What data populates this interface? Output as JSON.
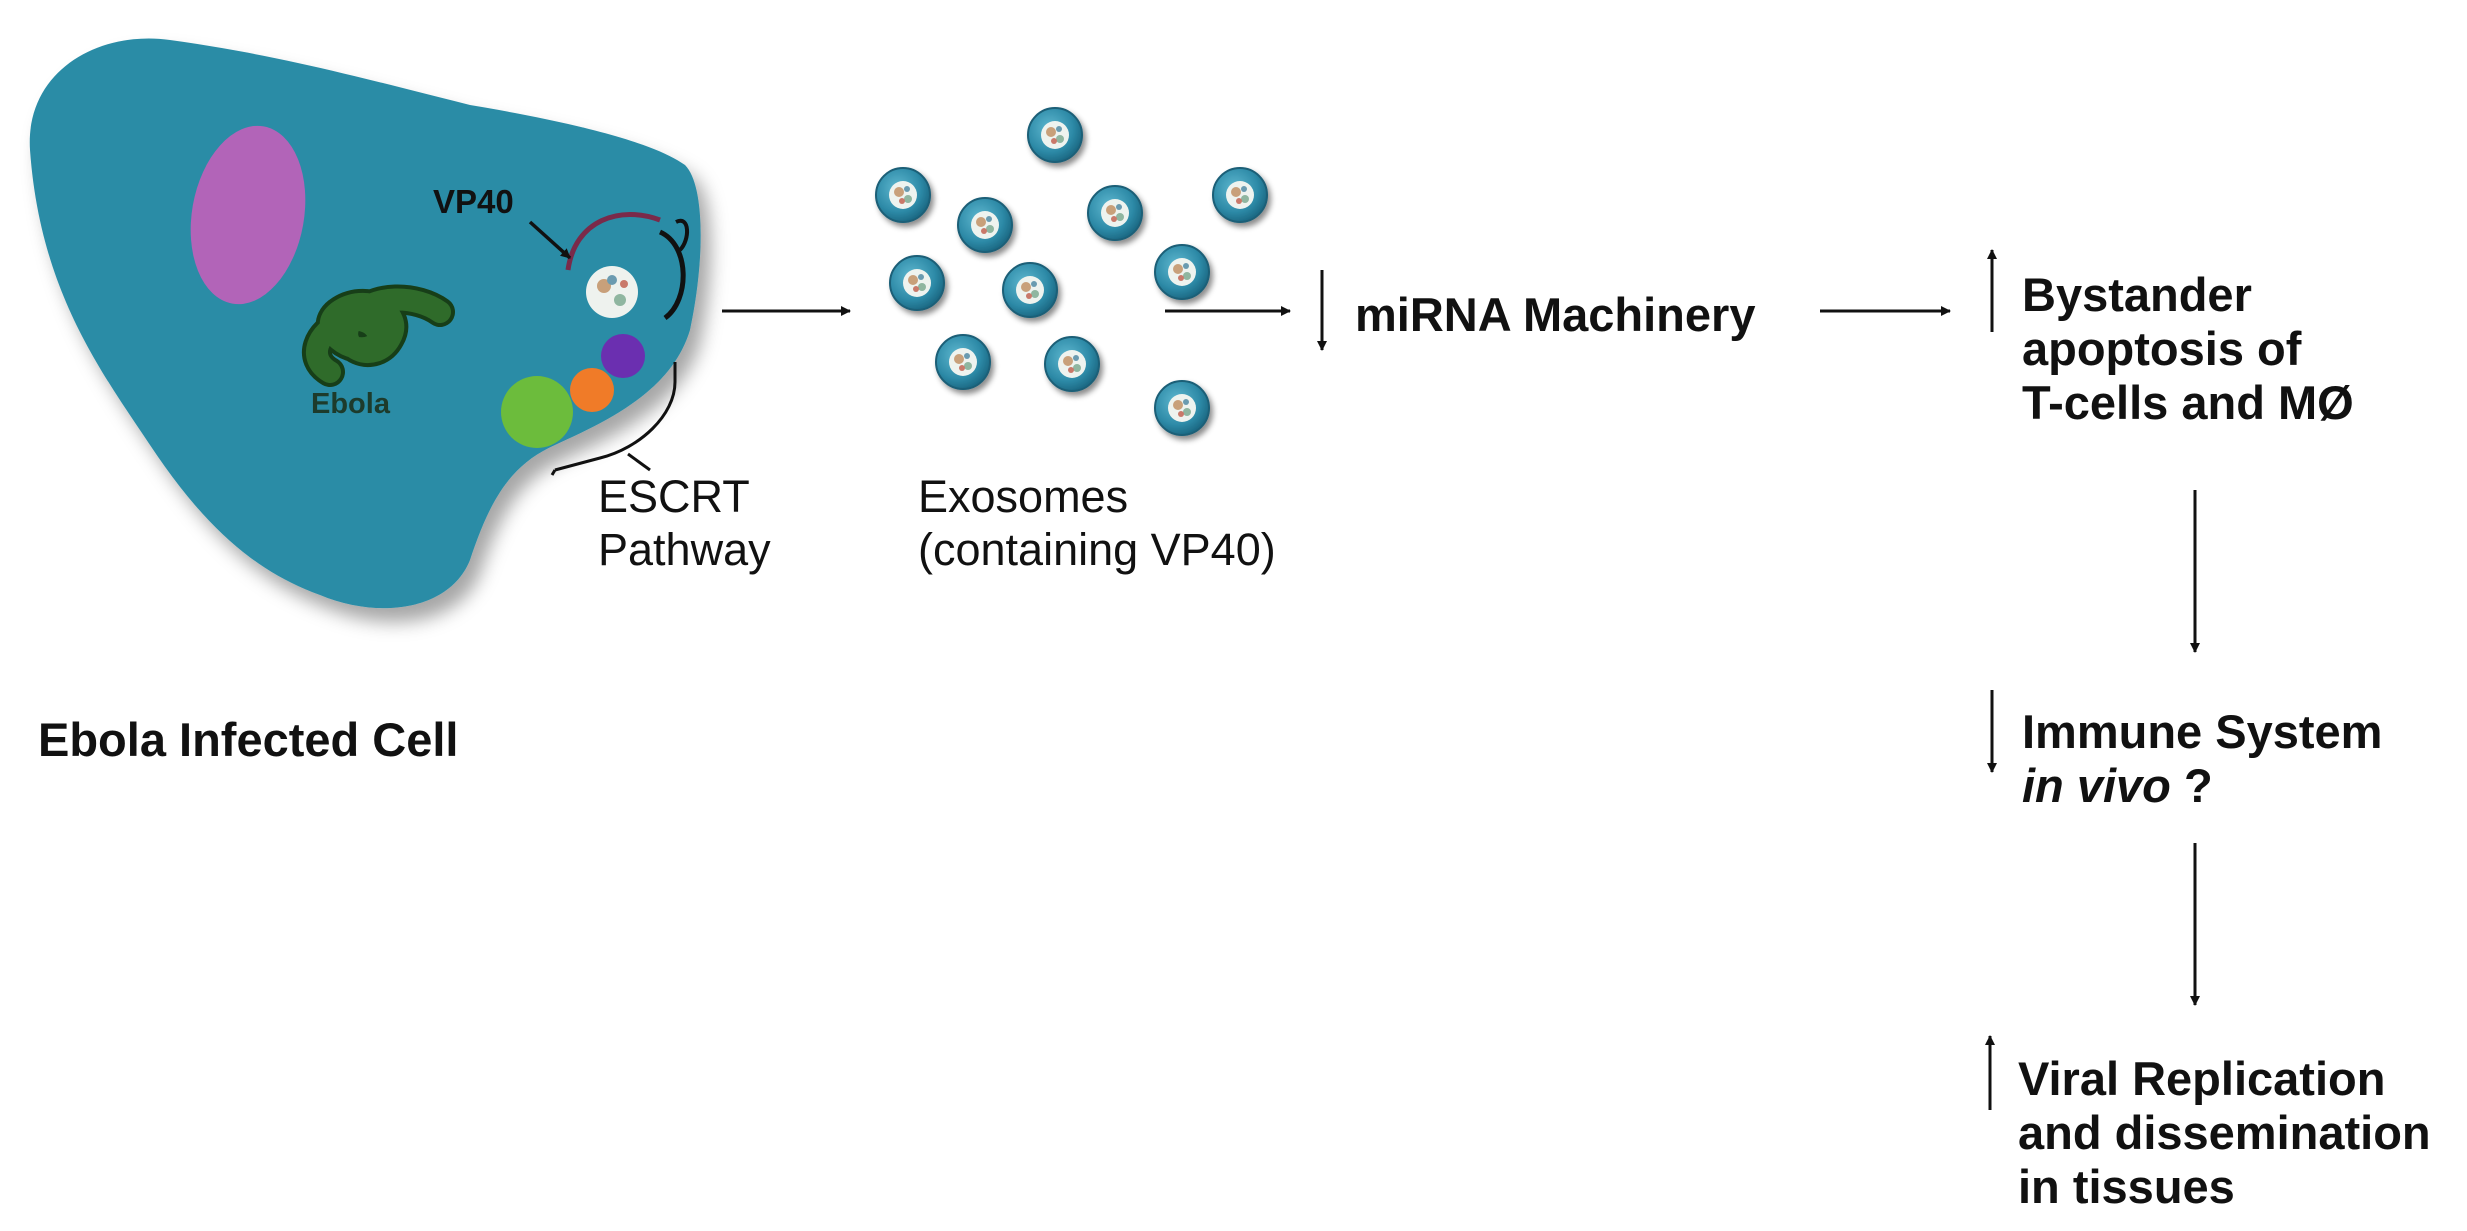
{
  "labels": {
    "vp40": "VP40",
    "ebola": "Ebola",
    "escrt": [
      "ESCRT",
      "Pathway"
    ],
    "exosomes": [
      "Exosomes",
      "(containing VP40)"
    ],
    "cell_title": "Ebola Infected Cell",
    "mirna": "miRNA Machinery",
    "bystander": [
      "Bystander",
      "apoptosis of",
      "T-cells and MØ"
    ],
    "immune_line1": "Immune System",
    "immune_italic": "in vivo",
    "immune_q": "?",
    "viral": [
      "Viral Replication",
      "and dissemination",
      "in tissues"
    ]
  },
  "indicators": {
    "mirna": "down",
    "bystander": "up",
    "immune": "down",
    "viral": "up"
  },
  "colors": {
    "cell": "#2b8ca6",
    "nucleus": "#b264b8",
    "ebola_virus": "#2f6b2a",
    "escrt_purple": "#6b2fb0",
    "escrt_orange": "#f07b28",
    "escrt_green": "#6cbc3c",
    "exosome": "#2d8aa7",
    "text": "#111111"
  }
}
